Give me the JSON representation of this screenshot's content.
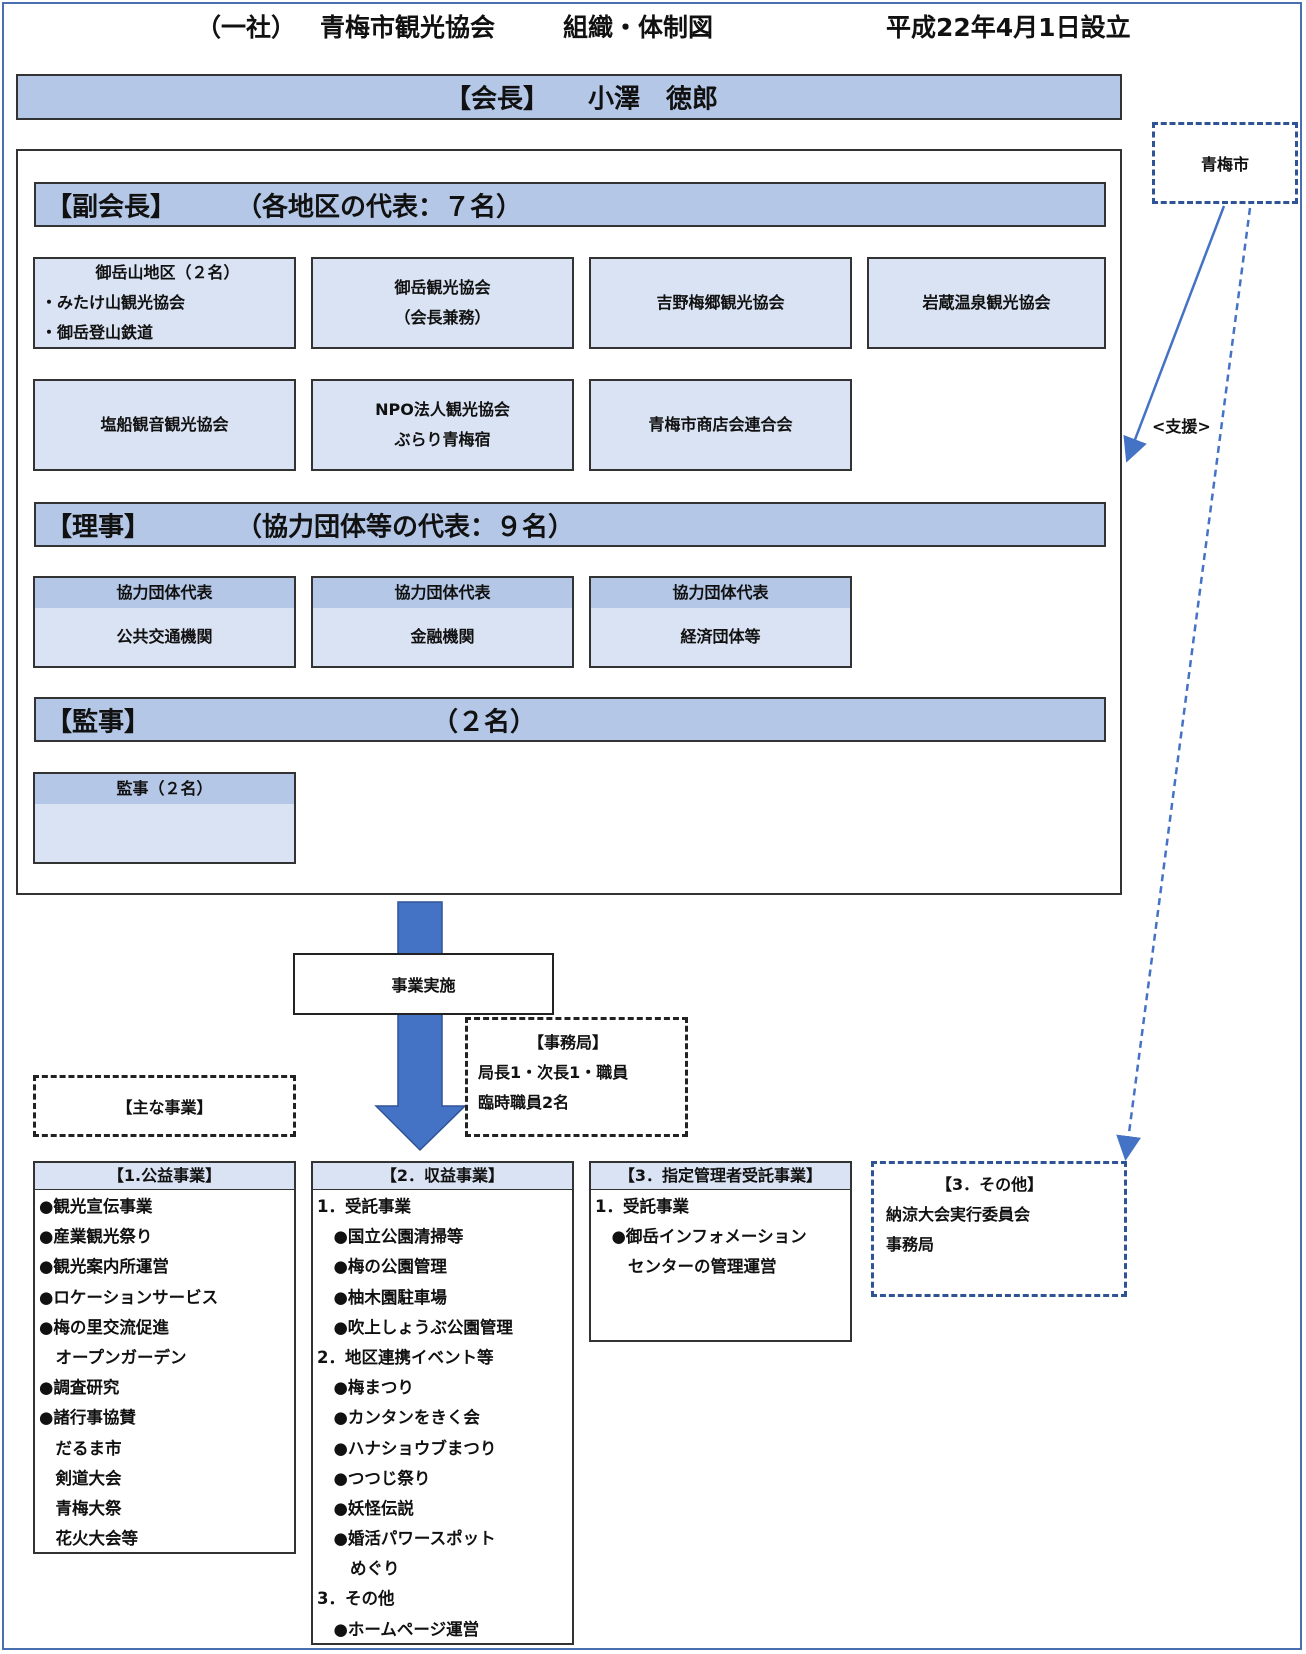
{
  "header": {
    "org": "（一社）",
    "name": "青梅市観光協会",
    "chart_title": "組織・体制図",
    "established": "平成22年4月1日設立"
  },
  "president": {
    "label": "【会長】",
    "name": "小澤　徳郎"
  },
  "vice": {
    "label": "【副会長】",
    "note": "（各地区の代表：７名）",
    "boxes": [
      {
        "line1": "御岳山地区（２名）",
        "line2": "・みたけ山観光協会",
        "line3": "・御岳登山鉄道"
      },
      {
        "line1": "御岳観光協会",
        "line2": "（会長兼務）"
      },
      {
        "line1": "吉野梅郷観光協会"
      },
      {
        "line1": "岩蔵温泉観光協会"
      },
      {
        "line1": "塩船観音観光協会"
      },
      {
        "line1": "NPO法人観光協会",
        "line2": "ぶらり青梅宿"
      },
      {
        "line1": "青梅市商店会連合会"
      }
    ]
  },
  "directors": {
    "label": "【理事】",
    "note": "（協力団体等の代表：９名）",
    "boxes": [
      {
        "head": "協力団体代表",
        "body": "公共交通機関"
      },
      {
        "head": "協力団体代表",
        "body": "金融機関"
      },
      {
        "head": "協力団体代表",
        "body": "経済団体等"
      }
    ]
  },
  "auditors": {
    "label": "【監事】",
    "note": "（２名）",
    "box_head": "監事（２名）"
  },
  "city": {
    "name": "青梅市",
    "support": "<支援>"
  },
  "execution": {
    "label": "事業実施"
  },
  "secretariat": {
    "title": "【事務局】",
    "line1": "局長1・次長1・職員",
    "line2": "臨時職員2名"
  },
  "main_business": {
    "label": "【主な事業】"
  },
  "business": [
    {
      "title": "【1.公益事業】",
      "items": [
        "●観光宣伝事業",
        "●産業観光祭り",
        "●観光案内所運営",
        "●ロケーションサービス",
        "●梅の里交流促進",
        "　オープンガーデン",
        "●調査研究",
        "●諸行事協賛",
        "　だるま市",
        "　剣道大会",
        "　青梅大祭",
        "　花火大会等"
      ]
    },
    {
      "title": "【2．収益事業】",
      "items": [
        "1．受託事業",
        "　●国立公園清掃等",
        "　●梅の公園管理",
        "　●柚木園駐車場",
        "　●吹上しょうぶ公園管理",
        "2．地区連携イベント等",
        "　●梅まつり",
        "　●カンタンをきく会",
        "　●ハナショウブまつり",
        "　●つつじ祭り",
        "　●妖怪伝説",
        "　●婚活パワースポット",
        "　　めぐり",
        "3．その他",
        "　●ホームページ運営"
      ]
    },
    {
      "title": "【3．指定管理者受託事業】",
      "items": [
        "1．受託事業",
        "　●御岳インフォメーション",
        "　　センターの管理運営"
      ]
    }
  ],
  "other": {
    "title": "【3．その他】",
    "line1": "納涼大会実行委員会",
    "line2": "事務局"
  },
  "colors": {
    "bar": "#b4c7e7",
    "box": "#dae3f3",
    "arrow": "#4472c4",
    "city_line": "#2f5496"
  }
}
